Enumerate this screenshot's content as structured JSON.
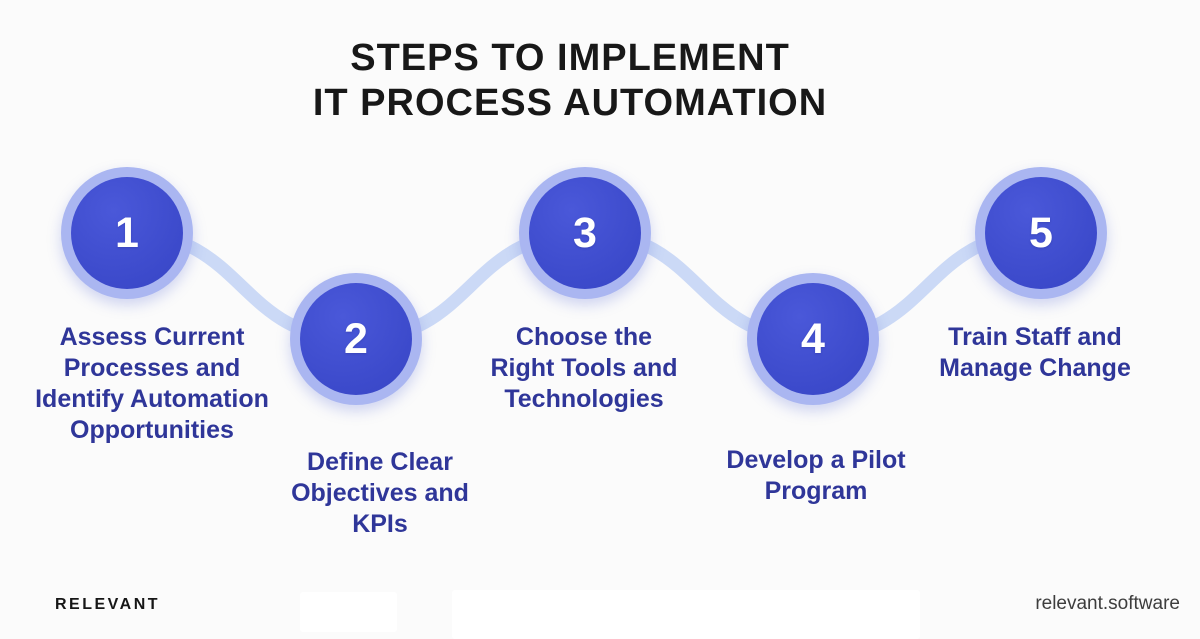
{
  "title": {
    "line1": "STEPS TO IMPLEMENT",
    "line2": "IT PROCESS AUTOMATION"
  },
  "steps": [
    {
      "number": "1",
      "label": "Assess Current Processes and Identify Automation Opportunities",
      "lines": [
        "Assess Current",
        "Processes and",
        "Identify Automation",
        "Opportunities"
      ]
    },
    {
      "number": "2",
      "label": "Define Clear Objectives and KPIs",
      "lines": [
        "Define Clear",
        "Objectives and",
        "KPIs"
      ]
    },
    {
      "number": "3",
      "label": "Choose the Right Tools and Technologies",
      "lines": [
        "Choose the",
        "Right Tools and",
        "Technologies"
      ]
    },
    {
      "number": "4",
      "label": "Develop a Pilot Program",
      "lines": [
        "Develop a Pilot",
        "Program"
      ]
    },
    {
      "number": "5",
      "label": "Train Staff and Manage Change",
      "lines": [
        "Train Staff and",
        "Manage Change"
      ]
    }
  ],
  "footer": {
    "brand": "RELEVANT",
    "website": "relevant.software"
  },
  "colors": {
    "circle_fill": "#3e4dcd",
    "circle_ring": "#aab6f1",
    "connector": "#cbd9f6",
    "label_text": "#2f3699",
    "title_text": "#181818",
    "background": "#fbfbfb"
  }
}
